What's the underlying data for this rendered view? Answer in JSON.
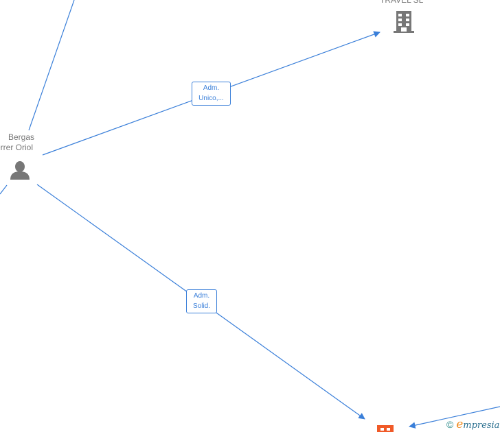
{
  "nodes": {
    "company_top": {
      "label": "TRAVEL  SL",
      "icon": "building-icon",
      "color": "#777777"
    },
    "person": {
      "label_line1": "Bergas",
      "label_line2": "errer Oriol",
      "icon": "person-icon",
      "color": "#777777"
    },
    "company_bottom": {
      "icon": "building-icon",
      "color": "#f05a28"
    }
  },
  "relations": [
    {
      "line1": "Adm.",
      "line2": "Unico,..."
    },
    {
      "line1": "Adm.",
      "line2": "Solid."
    }
  ],
  "edge_color": "#3a7fd9",
  "watermark": {
    "copyright": "©",
    "brand_initial": "e",
    "brand_rest": "mpresia"
  }
}
